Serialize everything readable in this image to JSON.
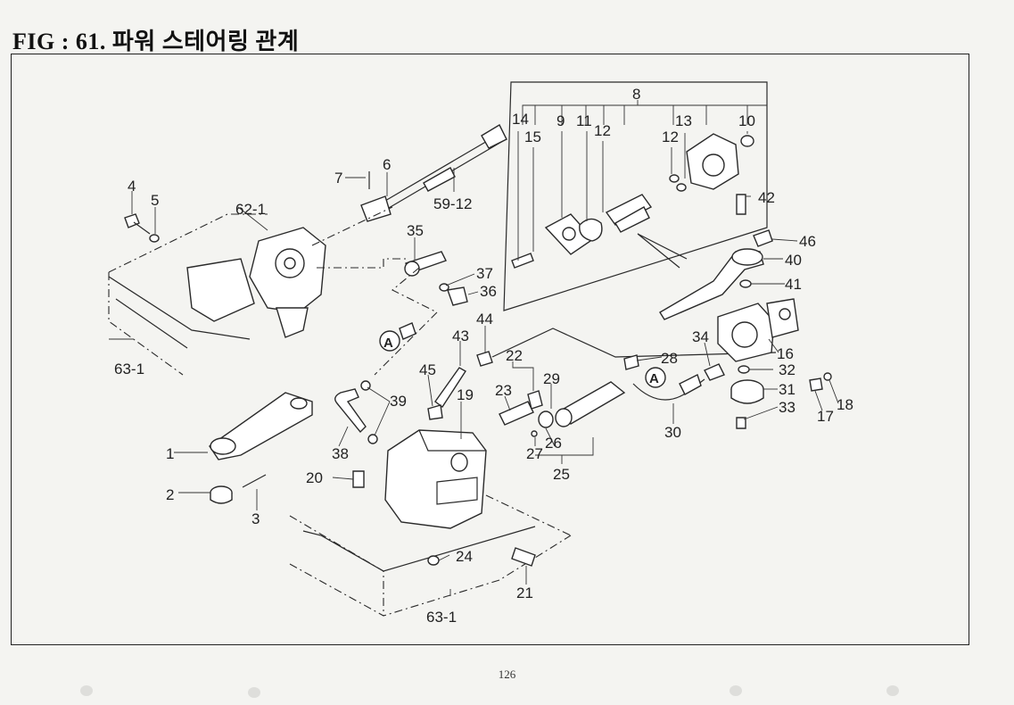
{
  "figure": {
    "title": "FIG : 61.  파워 스테어링 관계"
  },
  "page_number": "126",
  "callouts": {
    "c1": "1",
    "c2": "2",
    "c3": "3",
    "c4": "4",
    "c5": "5",
    "c6": "6",
    "c7": "7",
    "c8": "8",
    "c9": "9",
    "c10": "10",
    "c11": "11",
    "c12a": "12",
    "c12b": "12",
    "c13": "13",
    "c14": "14",
    "c15": "15",
    "c16": "16",
    "c17": "17",
    "c18": "18",
    "c19": "19",
    "c20": "20",
    "c21": "21",
    "c22": "22",
    "c23": "23",
    "c24": "24",
    "c25": "25",
    "c26": "26",
    "c27": "27",
    "c28": "28",
    "c29": "29",
    "c30": "30",
    "c31": "31",
    "c32": "32",
    "c33": "33",
    "c34": "34",
    "c35": "35",
    "c36": "36",
    "c37": "37",
    "c38": "38",
    "c39": "39",
    "c40": "40",
    "c41": "41",
    "c42": "42",
    "c43": "43",
    "c44": "44",
    "c45": "45",
    "c46": "46",
    "c59_12": "59-12",
    "c62_1": "62-1",
    "c63_1a": "63-1",
    "c63_1b": "63-1",
    "markA1": "A",
    "markA2": "A"
  }
}
